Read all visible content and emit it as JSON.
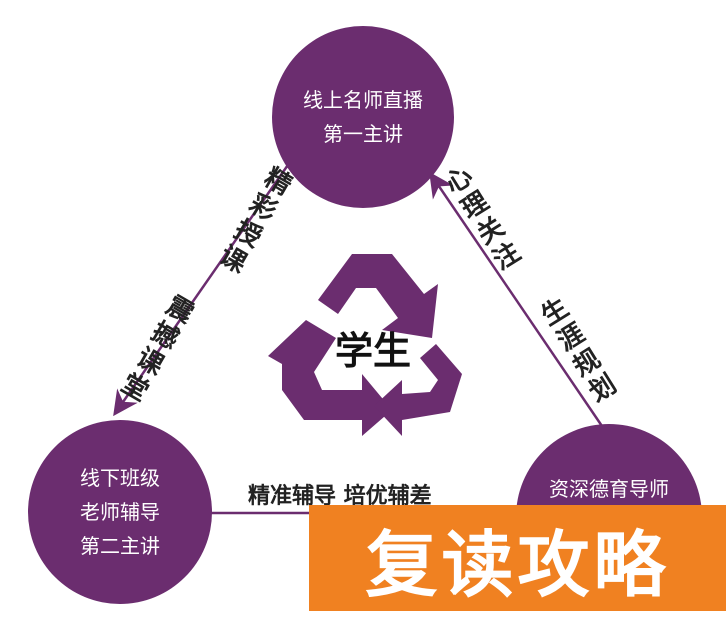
{
  "nodes": {
    "top": {
      "line1": "线上名师直播",
      "line2": "第一主讲"
    },
    "left": {
      "line1": "线下班级",
      "line2": "老师辅导",
      "line3": "第二主讲"
    },
    "right": {
      "line1": "资深德育导师"
    }
  },
  "edges": {
    "left_upper": "精彩授课",
    "left_lower": "震撼课堂",
    "right_upper": "心理关注",
    "right_lower": "生涯规划",
    "bottom": "精准辅导  培优辅差"
  },
  "center": {
    "label": "学生",
    "icon": "recycle-icon"
  },
  "banner": {
    "text": "复读攻略"
  },
  "colors": {
    "node": "#6b2d6f",
    "banner": "#f08121"
  }
}
